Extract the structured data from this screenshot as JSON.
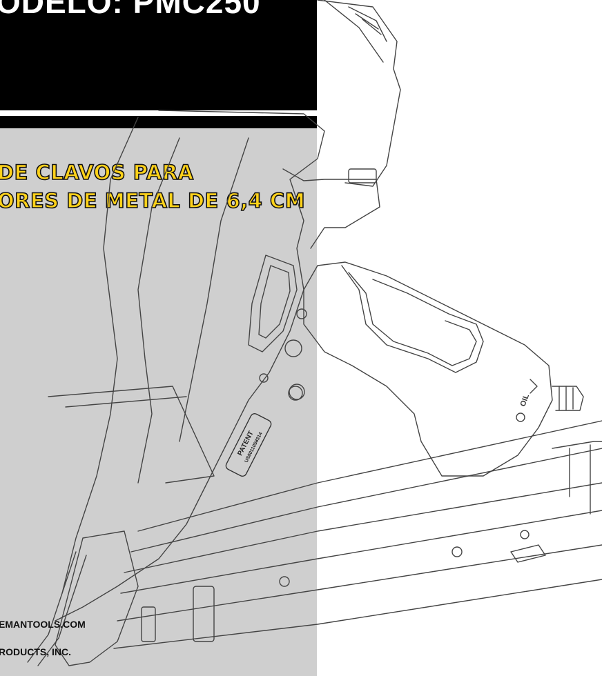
{
  "cover": {
    "model": "ODELO: PMC250",
    "title_lines": [
      "DE CLAVOS PARA",
      "ORES DE METAL DE 6,4 CM"
    ],
    "website": "EMANTOOLS.COM",
    "company": "RODUCTS, INC.",
    "patent_label": "PATENT",
    "patent_number": "US8011058314",
    "oil_label": "OIL"
  },
  "colors": {
    "gray_panel": "#cfcfcf",
    "title_fill": "#ffd21a",
    "banner": "#000000"
  }
}
